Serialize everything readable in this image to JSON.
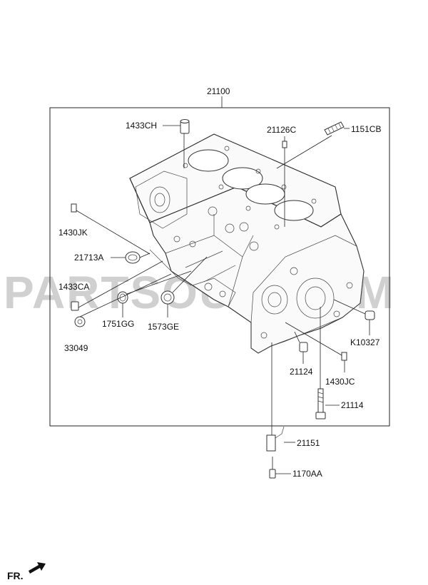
{
  "watermark": "PARTSOUQ.COM",
  "front_marker": "FR.",
  "labels": {
    "assembly": "21100",
    "p1433CH": "1433CH",
    "p21126C": "21126C",
    "p1151CB": "1151CB",
    "p1430JK": "1430JK",
    "p21713A": "21713A",
    "p1433CA": "1433CA",
    "p1751GG": "1751GG",
    "p1573GE": "1573GE",
    "p33049": "33049",
    "pK10327": "K10327",
    "p21124": "21124",
    "p1430JC": "1430JC",
    "p21114": "21114",
    "p21151": "21151",
    "p1170AA": "1170AA"
  }
}
